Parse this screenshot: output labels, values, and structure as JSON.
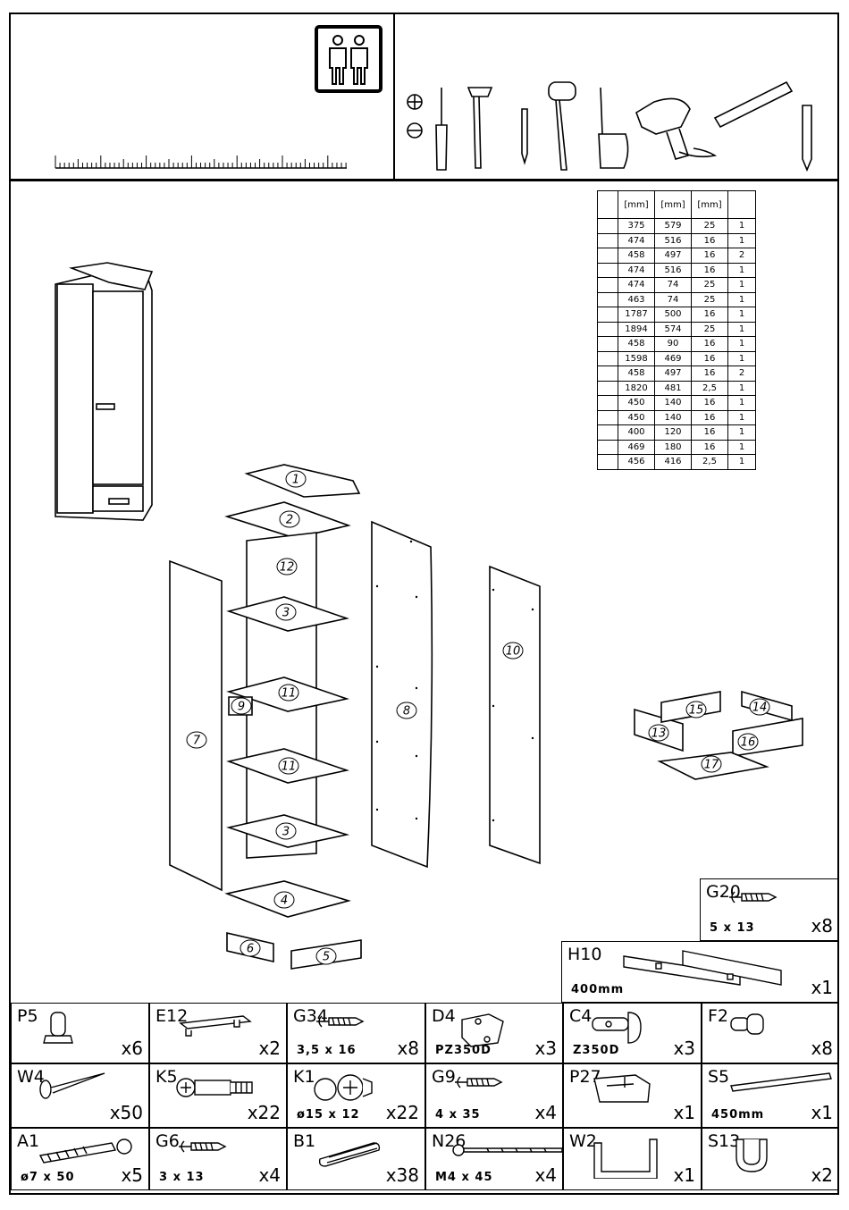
{
  "dimensions_table": {
    "headers": [
      "",
      "[mm]",
      "[mm]",
      "[mm]",
      ""
    ],
    "rows": [
      [
        "",
        "375",
        "579",
        "25",
        "1"
      ],
      [
        "",
        "474",
        "516",
        "16",
        "1"
      ],
      [
        "",
        "458",
        "497",
        "16",
        "2"
      ],
      [
        "",
        "474",
        "516",
        "16",
        "1"
      ],
      [
        "",
        "474",
        "74",
        "25",
        "1"
      ],
      [
        "",
        "463",
        "74",
        "25",
        "1"
      ],
      [
        "",
        "1787",
        "500",
        "16",
        "1"
      ],
      [
        "",
        "1894",
        "574",
        "25",
        "1"
      ],
      [
        "",
        "458",
        "90",
        "16",
        "1"
      ],
      [
        "",
        "1598",
        "469",
        "16",
        "1"
      ],
      [
        "",
        "458",
        "497",
        "16",
        "2"
      ],
      [
        "",
        "1820",
        "481",
        "2,5",
        "1"
      ],
      [
        "",
        "450",
        "140",
        "16",
        "1"
      ],
      [
        "",
        "450",
        "140",
        "16",
        "1"
      ],
      [
        "",
        "400",
        "120",
        "16",
        "1"
      ],
      [
        "",
        "469",
        "180",
        "16",
        "1"
      ],
      [
        "",
        "456",
        "416",
        "2,5",
        "1"
      ]
    ]
  },
  "part_numbers": [
    "1",
    "2",
    "12",
    "3",
    "11",
    "9",
    "11",
    "3",
    "4",
    "6",
    "5",
    "7",
    "8",
    "10",
    "15",
    "14",
    "13",
    "16",
    "17"
  ],
  "hardware": [
    {
      "code": "G20",
      "spec": "5 x 13",
      "qty": "x8",
      "icon": "screw-icon"
    },
    {
      "code": "H10",
      "spec": "400mm",
      "qty": "x1",
      "icon": "drawer-slide-icon"
    },
    {
      "code": "P5",
      "spec": "",
      "qty": "x6",
      "icon": "glide-foot-icon"
    },
    {
      "code": "E12",
      "spec": "",
      "qty": "x2",
      "icon": "handle-icon"
    },
    {
      "code": "G34",
      "spec": "3,5 x 16",
      "qty": "x8",
      "icon": "screw-icon"
    },
    {
      "code": "D4",
      "spec": "PZ350D",
      "qty": "x3",
      "icon": "hinge-plate-icon"
    },
    {
      "code": "C4",
      "spec": "Z350D",
      "qty": "x3",
      "icon": "hinge-icon"
    },
    {
      "code": "F2",
      "spec": "",
      "qty": "x8",
      "icon": "shelf-pin-icon"
    },
    {
      "code": "W4",
      "spec": "",
      "qty": "x50",
      "icon": "nail-icon"
    },
    {
      "code": "K5",
      "spec": "",
      "qty": "x22",
      "icon": "cam-bolt-icon"
    },
    {
      "code": "K1",
      "spec": "ø15 x 12",
      "qty": "x22",
      "icon": "cam-lock-icon"
    },
    {
      "code": "G9",
      "spec": "4 x 35",
      "qty": "x4",
      "icon": "screw-icon"
    },
    {
      "code": "P27",
      "spec": "",
      "qty": "x1",
      "icon": "bracket-box-icon"
    },
    {
      "code": "S5",
      "spec": "450mm",
      "qty": "x1",
      "icon": "rod-icon"
    },
    {
      "code": "A1",
      "spec": "ø7 x 50",
      "qty": "x5",
      "icon": "anchor-screw-icon"
    },
    {
      "code": "G6",
      "spec": "3 x 13",
      "qty": "x4",
      "icon": "screw-icon"
    },
    {
      "code": "B1",
      "spec": "",
      "qty": "x38",
      "icon": "dowel-icon"
    },
    {
      "code": "N26",
      "spec": "M4 x 45",
      "qty": "x4",
      "icon": "bolt-icon"
    },
    {
      "code": "W2",
      "spec": "",
      "qty": "x1",
      "icon": "allen-key-icon"
    },
    {
      "code": "S13",
      "spec": "",
      "qty": "x2",
      "icon": "rod-holder-icon"
    }
  ]
}
